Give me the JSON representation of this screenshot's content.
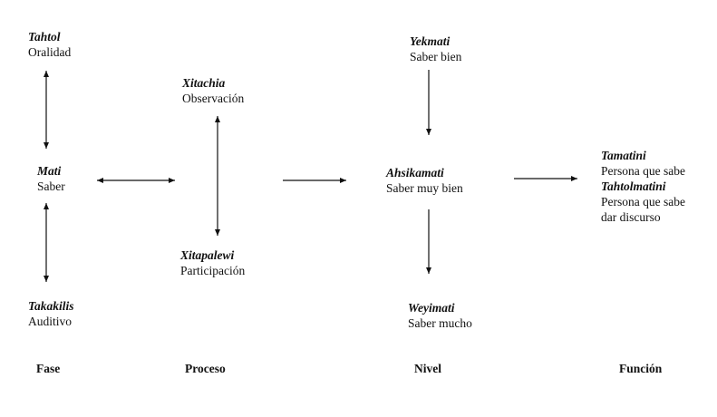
{
  "fase": {
    "top": {
      "term": "Tahtol",
      "desc": "Oralidad"
    },
    "middle": {
      "term": "Mati",
      "desc": "Saber"
    },
    "bottom": {
      "term": "Takakilis",
      "desc": "Auditivo"
    }
  },
  "proceso": {
    "top": {
      "term": "Xitachia",
      "desc": "Observación"
    },
    "bottom": {
      "term": "Xitapalewi",
      "desc": "Participación"
    }
  },
  "nivel": {
    "top": {
      "term": "Yekmati",
      "desc": "Saber bien"
    },
    "middle": {
      "term": "Ahsikamati",
      "desc": "Saber muy bien"
    },
    "bottom": {
      "term": "Weyimati",
      "desc": "Saber mucho"
    }
  },
  "funcion": {
    "first": {
      "term": "Tamatini",
      "desc": "Persona que sabe"
    },
    "second": {
      "term": "Tahtolmatini",
      "desc_line1": "Persona que sabe",
      "desc_line2": "dar discurso"
    }
  },
  "columns": {
    "fase": "Fase",
    "proceso": "Proceso",
    "nivel": "Nivel",
    "funcion": "Función"
  },
  "colors": {
    "text": "#111111",
    "arrow": "#111111",
    "background": "#ffffff"
  }
}
